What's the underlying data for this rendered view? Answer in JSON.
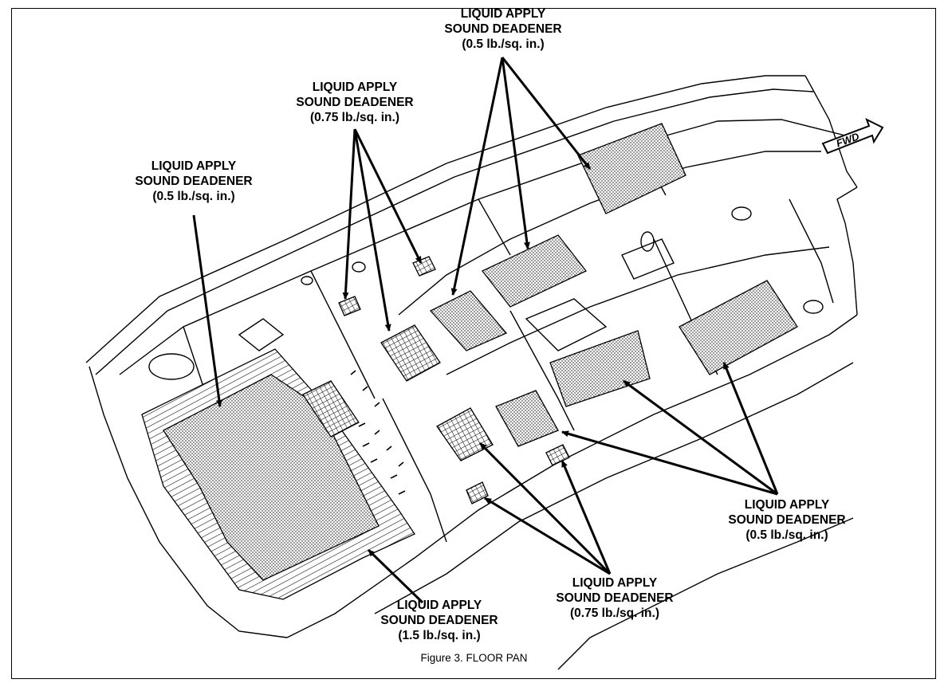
{
  "callouts": [
    {
      "id": "top-center",
      "line1": "LIQUID APPLY",
      "line2": "SOUND DEADENER",
      "line3": "(0.5 lb./sq. in.)"
    },
    {
      "id": "upper-mid",
      "line1": "LIQUID APPLY",
      "line2": "SOUND DEADENER",
      "line3": "(0.75 lb./sq. in.)"
    },
    {
      "id": "left",
      "line1": "LIQUID APPLY",
      "line2": "SOUND DEADENER",
      "line3": "(0.5 lb./sq. in.)"
    },
    {
      "id": "right",
      "line1": "LIQUID APPLY",
      "line2": "SOUND DEADENER",
      "line3": "(0.5 lb./sq. in.)"
    },
    {
      "id": "bottom-center",
      "line1": "LIQUID APPLY",
      "line2": "SOUND DEADENER",
      "line3": "(0.75 lb./sq. in.)"
    },
    {
      "id": "bottom-left",
      "line1": "LIQUID APPLY",
      "line2": "SOUND DEADENER",
      "line3": "(1.5 lb./sq. in.)"
    }
  ],
  "fwd_label": "FWD",
  "caption": "Figure 3.  FLOOR PAN",
  "colors": {
    "ink": "#000000",
    "paper": "#ffffff"
  }
}
